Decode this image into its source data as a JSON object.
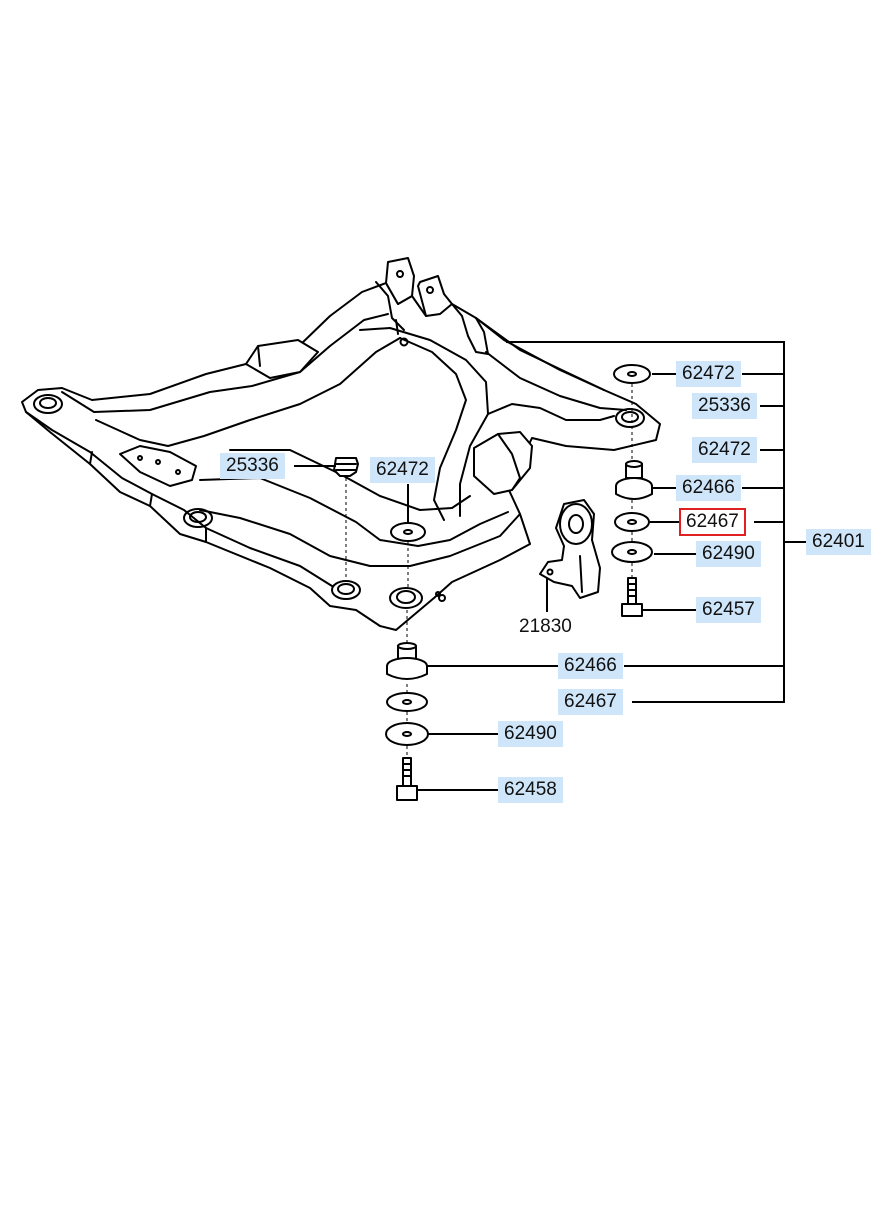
{
  "diagram": {
    "accent_color": "#cfe5f9",
    "highlight_color": "#e02020",
    "labels": [
      {
        "id": "a",
        "text": "62472",
        "highlighted": true,
        "selected": false
      },
      {
        "id": "b",
        "text": "25336",
        "highlighted": true,
        "selected": false
      },
      {
        "id": "c",
        "text": "62472",
        "highlighted": true,
        "selected": false
      },
      {
        "id": "d",
        "text": "62466",
        "highlighted": true,
        "selected": false
      },
      {
        "id": "e",
        "text": "62467",
        "highlighted": false,
        "selected": true
      },
      {
        "id": "f",
        "text": "62490",
        "highlighted": true,
        "selected": false
      },
      {
        "id": "g",
        "text": "62457",
        "highlighted": true,
        "selected": false
      },
      {
        "id": "h",
        "text": "62401",
        "highlighted": true,
        "selected": false
      },
      {
        "id": "i",
        "text": "25336",
        "highlighted": true,
        "selected": false
      },
      {
        "id": "j",
        "text": "62472",
        "highlighted": true,
        "selected": false
      },
      {
        "id": "k",
        "text": "21830",
        "highlighted": false,
        "selected": false
      },
      {
        "id": "l",
        "text": "62466",
        "highlighted": true,
        "selected": false
      },
      {
        "id": "m",
        "text": "62467",
        "highlighted": true,
        "selected": false
      },
      {
        "id": "n",
        "text": "62490",
        "highlighted": true,
        "selected": false
      },
      {
        "id": "o",
        "text": "62458",
        "highlighted": true,
        "selected": false
      }
    ]
  }
}
